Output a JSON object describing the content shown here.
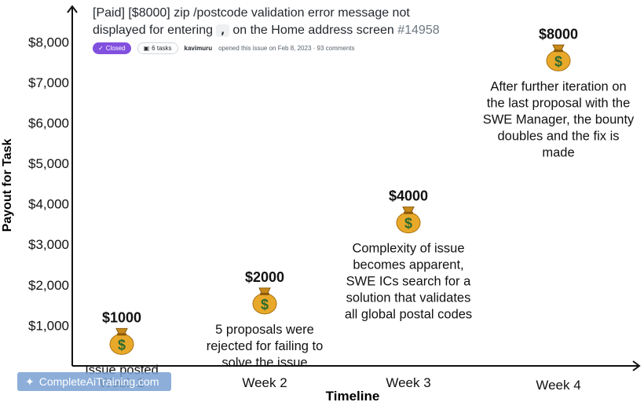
{
  "issue": {
    "title_prefix": "[Paid] [$8000] zip /postcode validation error message not displayed for entering",
    "code": ",",
    "title_suffix": "on the Home address screen",
    "number": "#14958",
    "status": "Closed",
    "tasks": "6 tasks",
    "author": "kavimuru",
    "meta": "opened this issue on Feb 8, 2023 · 93 comments"
  },
  "watermark": "CompleteAiTraining.com",
  "chart_data": {
    "type": "scatter",
    "xlabel": "Timeline",
    "ylabel": "Payout for Task",
    "categories": [
      "Week 1",
      "Week 2",
      "Week 3",
      "Week 4"
    ],
    "yticks": [
      "$1,000",
      "$2,000",
      "$3,000",
      "$4,000",
      "$5,000",
      "$6,000",
      "$7,000",
      "$8,000"
    ],
    "ylim": [
      0,
      8800
    ],
    "series": [
      {
        "values": [
          1000,
          2000,
          4000,
          8000
        ],
        "labels": [
          "$1000",
          "$2000",
          "$4000",
          "$8000"
        ],
        "annotations": [
          [
            "Issue posted"
          ],
          [
            "5 proposals were",
            "rejected for failing to",
            "solve the issue"
          ],
          [
            "Complexity of issue",
            "becomes apparent,",
            "SWE ICs search for a",
            "solution that validates",
            "all global postal codes"
          ],
          [
            "After further iteration on",
            "the last proposal with the",
            "SWE Manager, the bounty",
            "doubles and the fix is",
            "made"
          ]
        ]
      }
    ],
    "grid": false,
    "legend": "none"
  }
}
